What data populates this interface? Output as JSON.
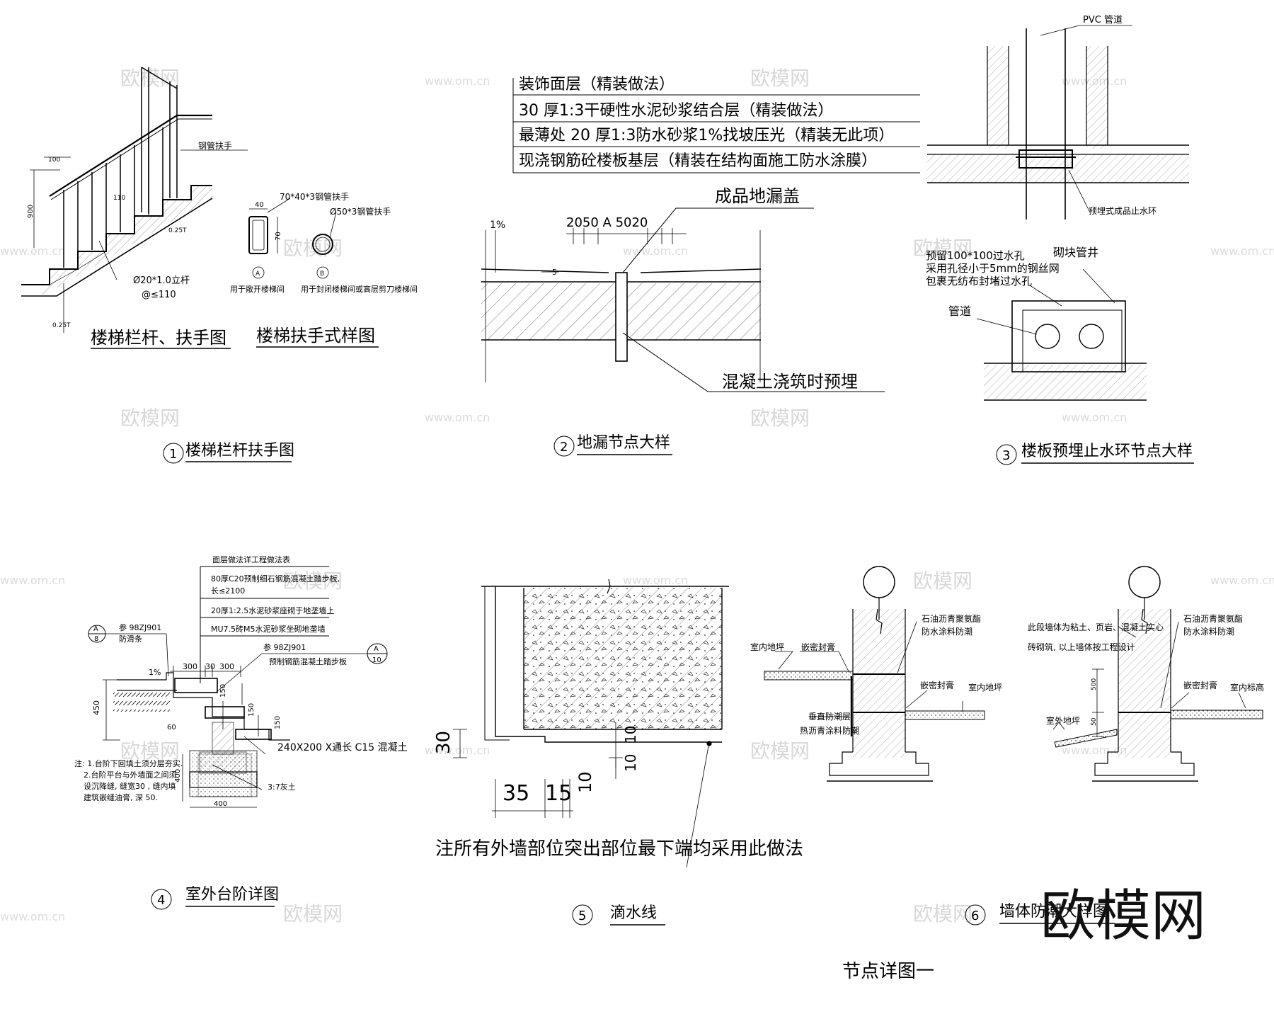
{
  "sheet": {
    "title": "节点详图一"
  },
  "watermark": {
    "brand": "欧模网",
    "url": "www.om.cn",
    "corner_logo": "欧模网"
  },
  "details": [
    {
      "number": "1",
      "title": "楼梯栏杆扶手图",
      "subtitles": [
        "楼梯栏杆、扶手图",
        "楼梯扶手式样图"
      ],
      "labels": {
        "steel_handrail": "钢管扶手",
        "post": "Ø20*1.0立杆",
        "post_spacing": "@≤110",
        "rect_tube": "70*40*3钢管扶手",
        "round_tube": "Ø50*3钢管扶手",
        "use_open": "用于敞开楼梯间",
        "use_closed": "用于封闭楼梯间或高层剪刀楼梯间",
        "mark_a": "A",
        "mark_b": "B",
        "dim_100": "100",
        "dim_900": "900",
        "dim_110": "110",
        "dim_40": "40",
        "dim_70": "70",
        "dim_025t_1": "0.25T",
        "dim_025t_2": "0.25T"
      }
    },
    {
      "number": "2",
      "title": "地漏节点大样",
      "layers": [
        "装饰面层（精装做法）",
        "30 厚1:3干硬性水泥砂浆结合层（精装做法）",
        "最薄处   20 厚1:3防水砂浆1%找坡压光（精装无此项）",
        "现浇钢筋砼楼板基层（精装在结构面施工防水涂膜）"
      ],
      "labels": {
        "cover": "成品地漏盖",
        "embed": "混凝土浇筑时预埋",
        "slope": "1%",
        "dims": "2050   A   5020",
        "dim_5": "5"
      }
    },
    {
      "number": "3",
      "title": "楼板预埋止水环节点大样",
      "labels": {
        "pvc": "PVC 管道",
        "ring": "预埋式成品止水环",
        "hole_1": "预留100*100过水孔",
        "hole_2": "采用孔径小于5mm的钢丝网",
        "hole_3": "包裹无纺布封堵过水孔",
        "shaft": "砌块管井",
        "pipe": "管道"
      }
    },
    {
      "number": "4",
      "title": "室外台阶详图",
      "table_rows": [
        "面层做法详工程做法表",
        "80厚C20预制细石钢筋混凝土踏步板,",
        "长≤2100",
        "20厚1:2.5水泥砂浆座砌于地垄墙上",
        "MU7.5砖M5水泥砂浆坐砌地垄墙"
      ],
      "labels": {
        "ref_1": "参  98ZJ901",
        "ref_1b": "防滑条",
        "ref_2": "参  98ZJ901",
        "ref_2b": "预制钢筋混凝土踏步板",
        "tag_a": "A",
        "tag_8": "8",
        "tag_10": "10",
        "slope": "1%",
        "d300a": "300",
        "d30": "30",
        "d300b": "300",
        "d450": "450",
        "d150a": "150",
        "d150b": "150",
        "d150c": "150",
        "d60": "60",
        "d400a": "400",
        "d400b": "400",
        "beam": "240X200   X通长 C15 混凝土",
        "lime": "3:7灰土",
        "note_1": "注: 1.台阶下回填土须分层夯实.",
        "note_2": "2.台阶平台与外墙面之间须",
        "note_3": "设沉降缝, 缝宽30 , 缝内填",
        "note_4": "建筑嵌缝油膏, 深 50."
      }
    },
    {
      "number": "5",
      "title": "滴水线",
      "labels": {
        "note": "注所有外墙部位突出部位最下端均采用此做法",
        "d30": "30",
        "d10a": "10",
        "d10b": "10",
        "d35": "35",
        "d15": "15",
        "d10c": "10"
      }
    },
    {
      "number": "6",
      "title": "墙体防潮大样图",
      "labels": {
        "l_floor": "室内地坪",
        "l_seal": "嵌密封膏",
        "l_coat_1": "石油沥青聚氨酯",
        "l_coat_2": "防水涂料防潮",
        "l_seal_2": "嵌密封膏",
        "l_floor_2": "室内地坪",
        "l_vert_1": "垂直防潮层",
        "l_vert_2": "热沥青涂料防潮",
        "r_note_1": "此段墙体为粘土、页岩、混凝土实心",
        "r_note_2": "砖砌筑, 以上墙体按工程设计",
        "r_coat_1": "石油沥青聚氨酯",
        "r_coat_2": "防水涂料防潮",
        "r_seal": "嵌密封膏",
        "r_floor": "室内标高",
        "r_outdoor": "室外地坪",
        "r_500": "500",
        "r_50": "50"
      }
    }
  ]
}
